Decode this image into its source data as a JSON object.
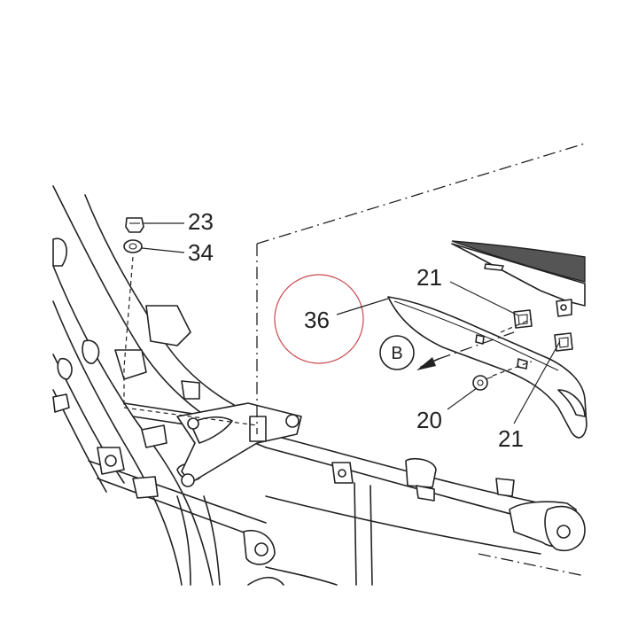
{
  "diagram": {
    "callouts": {
      "c23": "23",
      "c34": "34",
      "c36": "36",
      "c21_top": "21",
      "c20": "20",
      "c21_bottom": "21",
      "view_b": "B"
    },
    "colors": {
      "line": "#222222",
      "highlight_circle": "#c9484e",
      "cover_fill": "#555555"
    }
  }
}
